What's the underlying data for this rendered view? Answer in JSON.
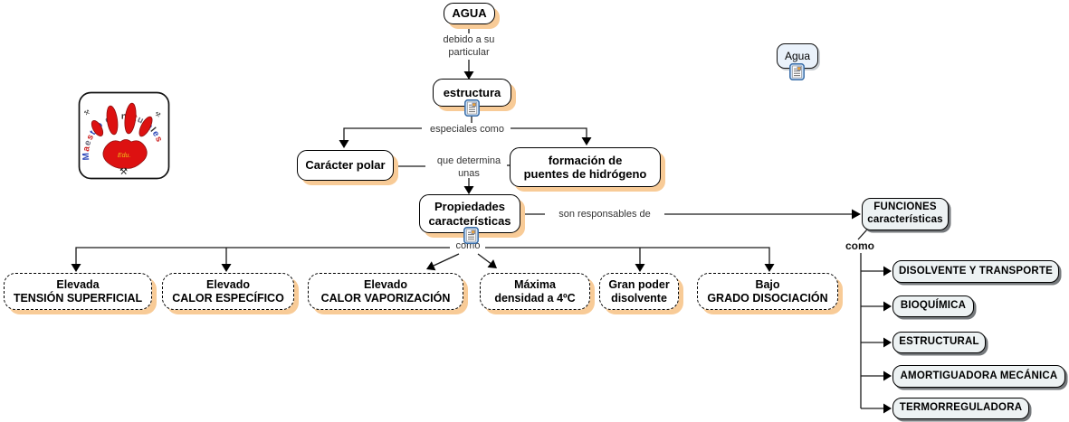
{
  "map": {
    "concepts": {
      "agua": "AGUA",
      "estructura": "estructura",
      "caracter_polar": "Carácter polar",
      "formacion": {
        "line1": "formación de",
        "line2": "puentes de hidrógeno"
      },
      "propiedades": {
        "line1": "Propiedades",
        "line2": "características"
      },
      "tension": {
        "line1": "Elevada",
        "line2": "TENSIÓN SUPERFICIAL"
      },
      "calor_especifico": {
        "line1": "Elevado",
        "line2": "CALOR ESPECÍFICO"
      },
      "calor_vaporizacion": {
        "line1": "Elevado",
        "line2": "CALOR VAPORIZACIÓN"
      },
      "densidad": {
        "line1": "Máxima",
        "line2": "densidad a 4ºC"
      },
      "poder_disolvente": {
        "line1": "Gran poder",
        "line2": "disolvente"
      },
      "disociacion": {
        "line1": "Bajo",
        "line2": "GRADO DISOCIACIÓN"
      },
      "funciones": {
        "line1": "FUNCIONES",
        "line2": "características"
      },
      "agua_floating": "Agua"
    },
    "functions_list": [
      {
        "label": "DISOLVENTE Y TRANSPORTE"
      },
      {
        "label": "BIOQUÍMICA"
      },
      {
        "label": "ESTRUCTURAL"
      },
      {
        "label": "AMORTIGUADORA MECÁNICA"
      },
      {
        "label": "TERMORREGULADORA"
      }
    ],
    "linking_phrases": {
      "debido": {
        "line1": "debido a su",
        "line2": "particular"
      },
      "especiales": "especiales como",
      "determina": {
        "line1": "que determina",
        "line2": "unas"
      },
      "responsables": "son responsables de",
      "como_propiedades": "como",
      "como_funciones": "como"
    }
  },
  "logo": {
    "arc_text": "Maestro de naturales",
    "badge_text": "Edu.",
    "picks_glyph": "⚒"
  },
  "icons": {
    "resource_link": "page-with-image-thumbnail"
  },
  "colors": {
    "concept_shadow": "#f8cb97",
    "function_fill": "#edf2f3",
    "function_shadow": "#75797c",
    "floating_fill": "#eaf2fb",
    "paw_red": "#dd1111",
    "line": "#1a1a1a"
  }
}
